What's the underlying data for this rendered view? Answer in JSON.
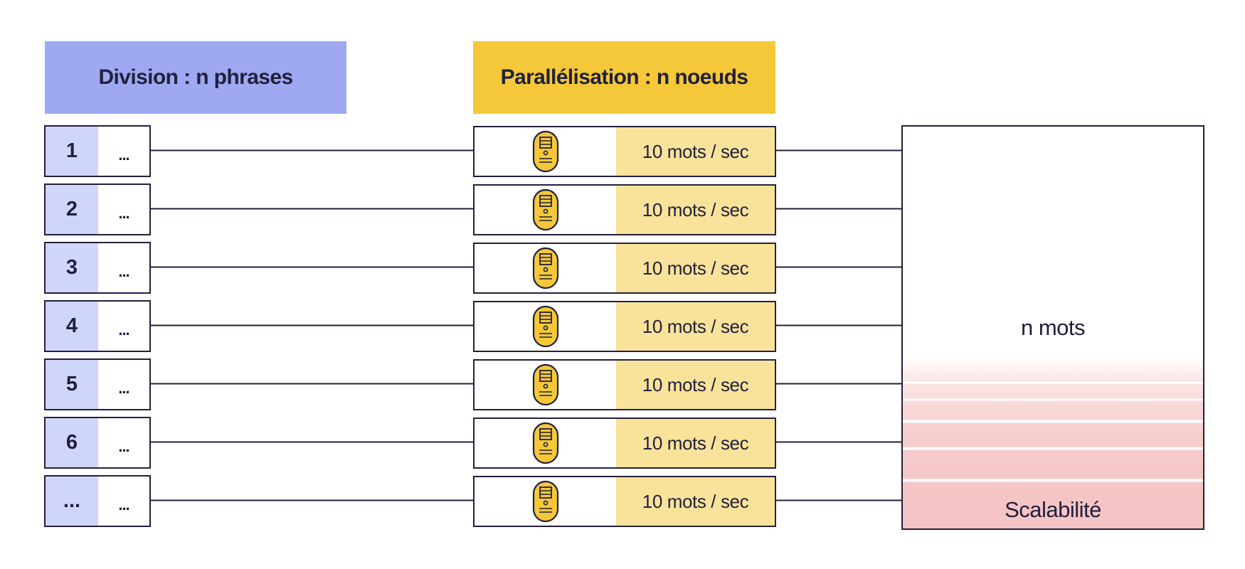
{
  "headers": {
    "division": "Division : n phrases",
    "parallelisation": "Parallélisation : n noeuds"
  },
  "segments": [
    {
      "index": "1",
      "content": "..."
    },
    {
      "index": "2",
      "content": "..."
    },
    {
      "index": "3",
      "content": "..."
    },
    {
      "index": "4",
      "content": "..."
    },
    {
      "index": "5",
      "content": "..."
    },
    {
      "index": "6",
      "content": "..."
    },
    {
      "index": "...",
      "content": "..."
    }
  ],
  "nodes": [
    {
      "icon": "server-icon",
      "rate": "10 mots / sec"
    },
    {
      "icon": "server-icon",
      "rate": "10 mots / sec"
    },
    {
      "icon": "server-icon",
      "rate": "10 mots / sec"
    },
    {
      "icon": "server-icon",
      "rate": "10 mots / sec"
    },
    {
      "icon": "server-icon",
      "rate": "10 mots / sec"
    },
    {
      "icon": "server-icon",
      "rate": "10 mots / sec"
    },
    {
      "icon": "server-icon",
      "rate": "10 mots / sec"
    }
  ],
  "result": {
    "main_label": "n mots",
    "footer_label": "Scalabilité"
  },
  "colors": {
    "division_header": "#9ea9f2",
    "division_index_cell": "#d0d6fa",
    "parallel_header": "#f4c838",
    "rate_cell": "#f9e39a",
    "server_icon": "#f4c838",
    "scalability_fill": "#f5c4c4",
    "ink": "#22203d"
  }
}
